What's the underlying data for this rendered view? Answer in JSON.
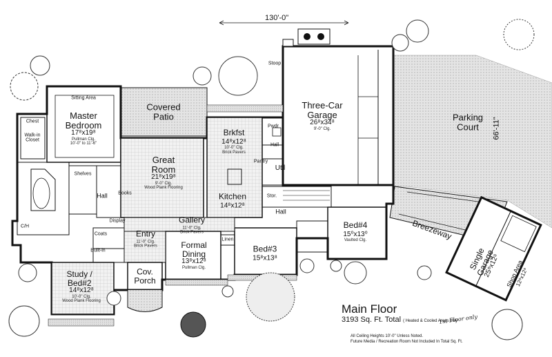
{
  "plan": {
    "title": "Main Floor",
    "total": "3193 Sq. Ft. Total",
    "heated_note": "( Heated & Cooled Areas only",
    "handwritten": "1st Floor only",
    "footnote_1": "All Ceiling Heights 10'-0\" Unless Noted.",
    "footnote_2": "Future Media / Recreation Room Not Included In Total Sq. Ft.",
    "overall_width": "130'-0\"",
    "overall_depth": "66'-11\""
  },
  "rooms": {
    "master": {
      "name": "Master Bedroom",
      "dim": "17⁸x19⁸",
      "note1": "Pullman Clg.",
      "note2": "10'-0\" to 11'-6\""
    },
    "sitting": {
      "name": "Sitting Area"
    },
    "covered_patio": {
      "name": "Covered Patio"
    },
    "great_room": {
      "name": "Great Room",
      "dim": "21⁸x19⁸",
      "note1": "9'-0\" Clg.",
      "note2": "Wood Plank Flooring"
    },
    "brkfst": {
      "name": "Brkfst",
      "dim": "14⁸x12⁸",
      "note1": "10'-0\" Clg.",
      "note2": "Brick Pavers"
    },
    "kitchen": {
      "name": "Kitchen",
      "dim": "14⁸x12⁸"
    },
    "garage": {
      "name": "Three-Car Garage",
      "dim": "26⁸x34⁸",
      "note1": "9'-0\" Clg."
    },
    "parking": {
      "name": "Parking Court"
    },
    "pwdr": {
      "name": "Pwdr"
    },
    "hall_top": {
      "name": "Hall"
    },
    "util": {
      "name": "Util"
    },
    "stor": {
      "name": "Stor."
    },
    "hall_mid": {
      "name": "Hall"
    },
    "hall_left": {
      "name": "Hall"
    },
    "bed4": {
      "name": "Bed#4",
      "dim": "15⁰x13⁰",
      "note1": "Vaulted Clg."
    },
    "bed3": {
      "name": "Bed#3",
      "dim": "15⁸x13⁸"
    },
    "breezeway": {
      "name": "Breezeway"
    },
    "single_garage": {
      "name": "Single Garage",
      "dim": "25⁸x12⁸"
    },
    "shop": {
      "name": "Shop Area",
      "dim": "12⁸x12⁸"
    },
    "gallery": {
      "name": "Gallery",
      "note1": "11'-0\" Clg.",
      "note2": "Brick Pavers"
    },
    "entry": {
      "name": "Entry",
      "note1": "11'-0\" Clg.",
      "note2": "Brick Pavers"
    },
    "formal_dining": {
      "name": "Formal Dining",
      "dim": "13⁸x12⁸",
      "note1": "Pullman Clg."
    },
    "cov_porch": {
      "name": "Cov. Porch"
    },
    "study": {
      "name": "Study / Bed#2",
      "dim": "14⁸x12⁸",
      "note1": "10'-0\" Clg.",
      "note2": "Wood Plank Flooring"
    },
    "walkin": {
      "name": "Walk-in Closet"
    },
    "chest": {
      "name": "Chest"
    },
    "shelves": {
      "name": "Shelves"
    },
    "linen": {
      "name": "Linen"
    },
    "coats": {
      "name": "Coats"
    },
    "builtin": {
      "name": "Built-in"
    },
    "display": {
      "name": "Display"
    },
    "books": {
      "name": "Books"
    },
    "stoop": {
      "name": "Stoop"
    },
    "pantry": {
      "name": "Pantry"
    },
    "ch": {
      "name": "C/H"
    }
  },
  "colors": {
    "wall": "#111111",
    "patio": "#d6d6d6",
    "paving": "#e8e8e8",
    "tree": "#333333"
  }
}
